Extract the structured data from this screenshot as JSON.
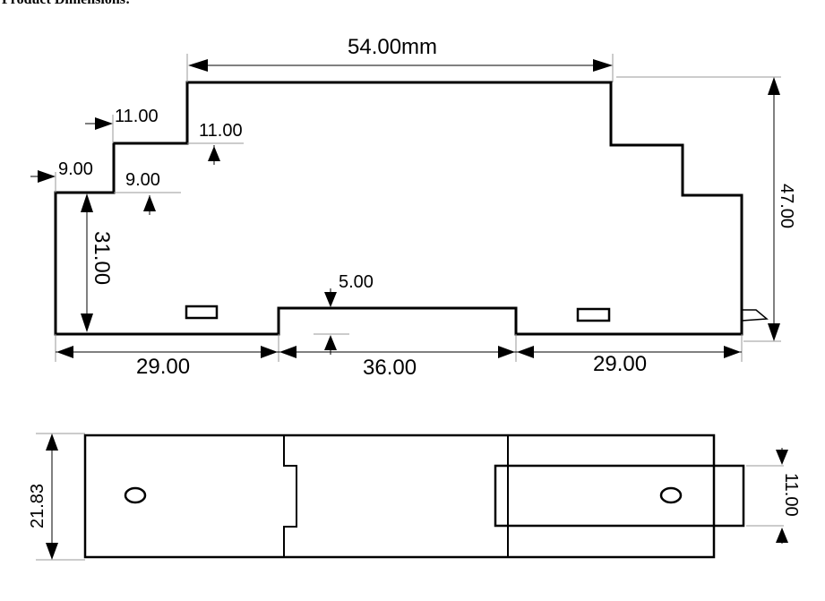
{
  "heading": "Product Dimensions:",
  "side_view": {
    "dim_top_width": "54.00mm",
    "dim_step1_horizontal": "11.00",
    "dim_step1_vertical": "11.00",
    "dim_step2_horizontal": "9.00",
    "dim_step2_vertical": "9.00",
    "dim_left_height": "31.00",
    "dim_notch_depth": "5.00",
    "dim_total_height": "47.00",
    "dim_bottom_left": "29.00",
    "dim_bottom_middle": "36.00",
    "dim_bottom_right": "29.00"
  },
  "top_view": {
    "dim_width": "21.83",
    "dim_clip_width": "11.00"
  }
}
